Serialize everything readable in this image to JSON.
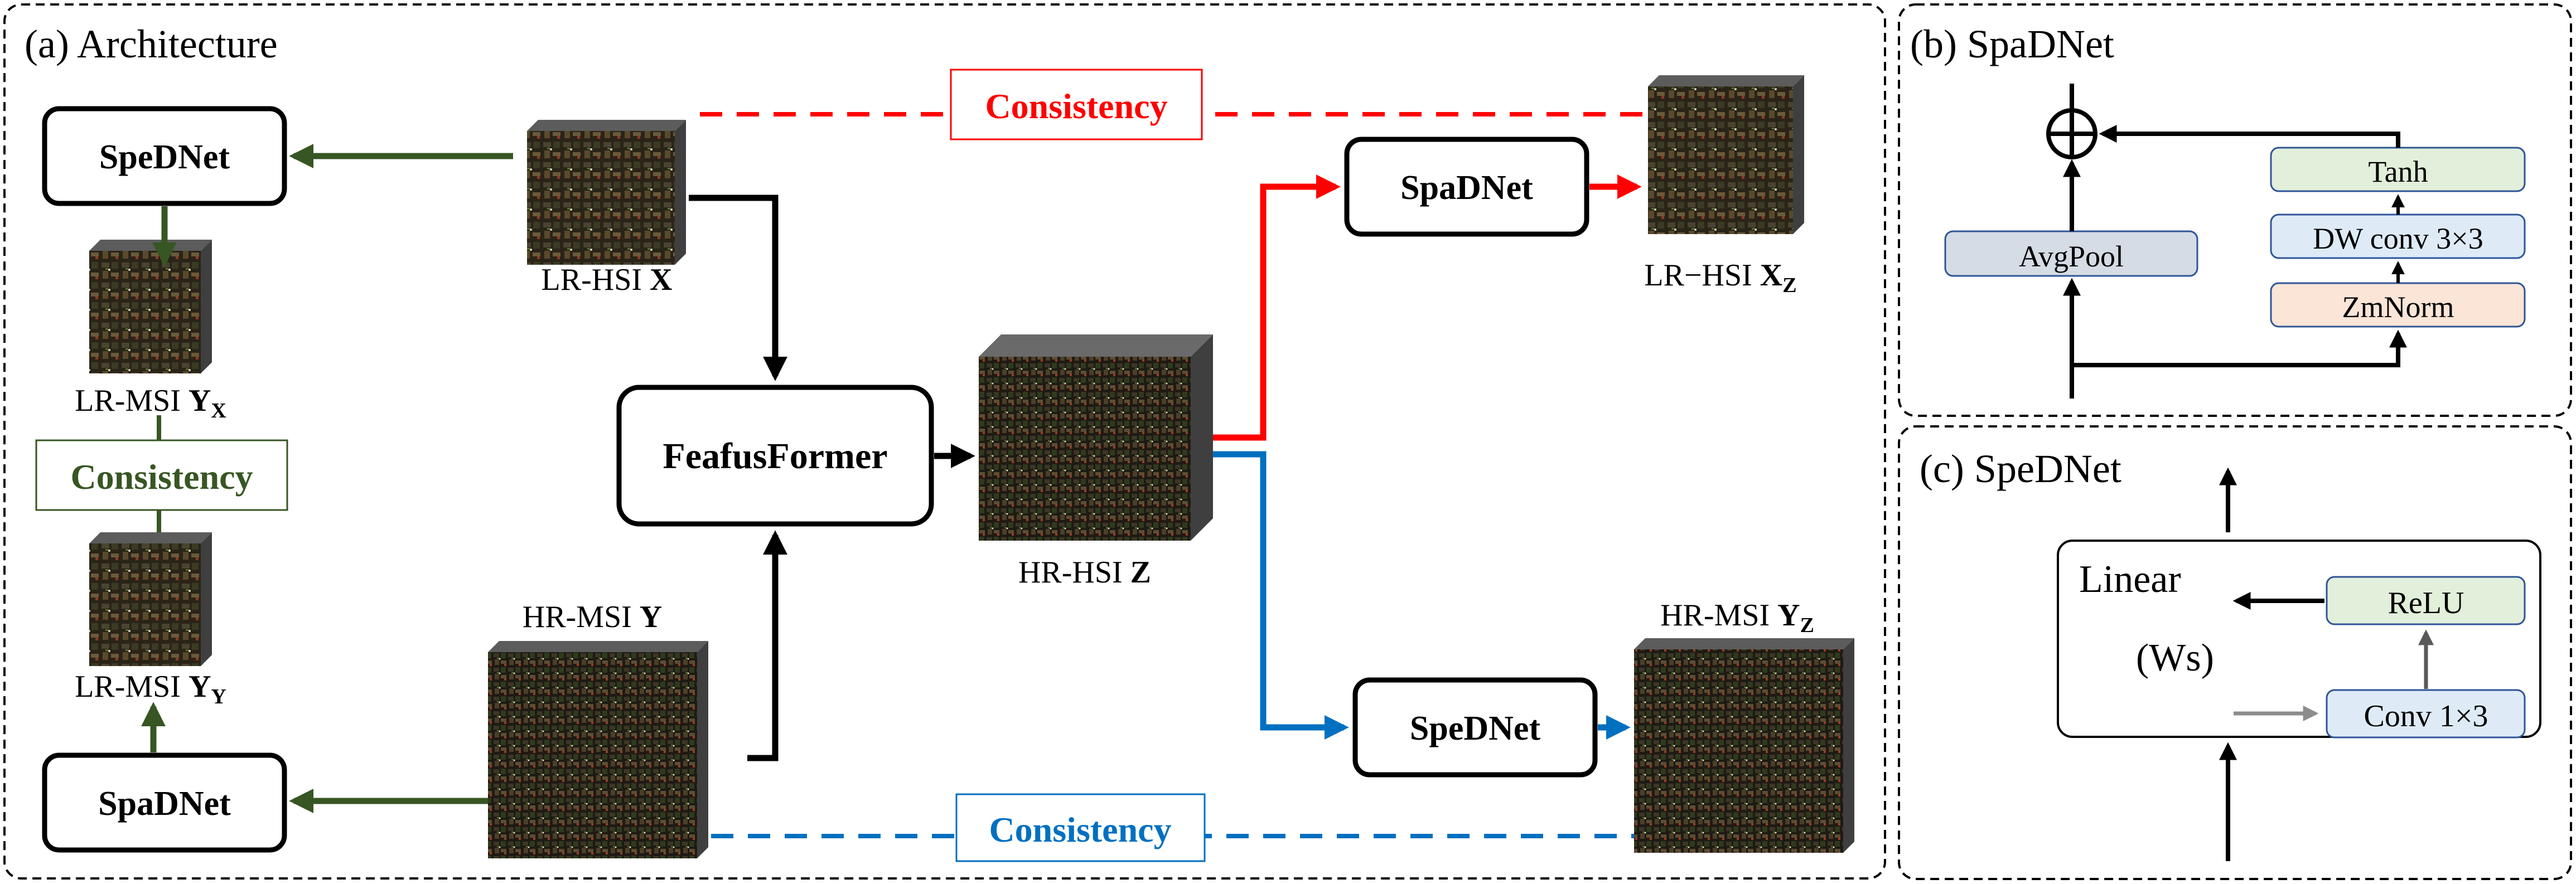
{
  "panel_a": {
    "title": "(a) Architecture",
    "blocks": {
      "spednet_top": "SpeDNet",
      "spadnet_bottom": "SpaDNet",
      "feafusformer": "FeafusFormer",
      "spadnet_right": "SpaDNet",
      "spednet_right": "SpeDNet"
    },
    "consistency_labels": {
      "top": "Consistency",
      "left": "Consistency",
      "bottom": "Consistency"
    },
    "cube_labels": {
      "lr_hsi_x": {
        "pre": "LR-HSI ",
        "bold": "X",
        "sub": ""
      },
      "lr_msi_yx": {
        "pre": "LR-MSI ",
        "bold": "Y",
        "sub": "X"
      },
      "lr_msi_yy": {
        "pre": "LR-MSI ",
        "bold": "Y",
        "sub": "Y"
      },
      "hr_msi_y": {
        "pre": "HR-MSI ",
        "bold": "Y",
        "sub": ""
      },
      "hr_hsi_z": {
        "pre": "HR-HSI ",
        "bold": "Z",
        "sub": ""
      },
      "lr_hsi_xz": {
        "pre": "LR−HSI ",
        "bold": "X",
        "sub": "Z"
      },
      "hr_msi_yz": {
        "pre": "HR-MSI ",
        "bold": "Y",
        "sub": "Z"
      }
    }
  },
  "panel_b": {
    "title": "(b) SpaDNet",
    "avgpool": "AvgPool",
    "tanh": "Tanh",
    "dwconv": "DW conv 3×3",
    "zmnorm": "ZmNorm",
    "add_symbol": "⊕"
  },
  "panel_c": {
    "title": "(c) SpeDNet",
    "linear": "Linear",
    "ws": "(Ws)",
    "relu": "ReLU",
    "conv": "Conv 1×3"
  },
  "colors": {
    "green": "#375623",
    "red": "#ff0000",
    "blue": "#0070c0",
    "black": "#000000",
    "avgpool_fill": "#d6dce5",
    "tanh_fill": "#e2efda",
    "dwconv_fill": "#deebf7",
    "zmnorm_fill": "#fbe5d6",
    "relu_fill": "#e2efda",
    "conv_fill": "#deebf7"
  }
}
